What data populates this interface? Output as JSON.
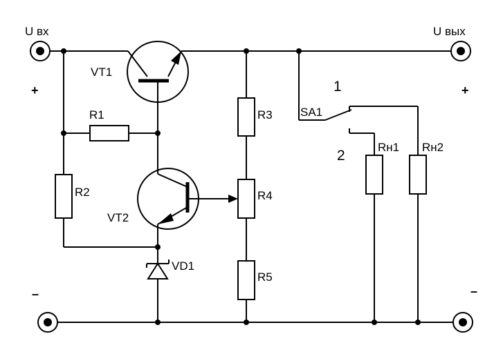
{
  "terminals": {
    "input_label": "U вх",
    "output_label": "U вых",
    "input_plus": "+",
    "output_plus": "+",
    "input_minus": "–",
    "output_minus": "–"
  },
  "components": {
    "vt1": "VT1",
    "vt2": "VT2",
    "r1": "R1",
    "r2": "R2",
    "r3": "R3",
    "r4": "R4",
    "r5": "R5",
    "vd1": "VD1",
    "sa1": "SA1",
    "rn1": "Rн1",
    "rn2": "Rн2"
  },
  "switch_positions": {
    "pos1": "1",
    "pos2": "2"
  }
}
